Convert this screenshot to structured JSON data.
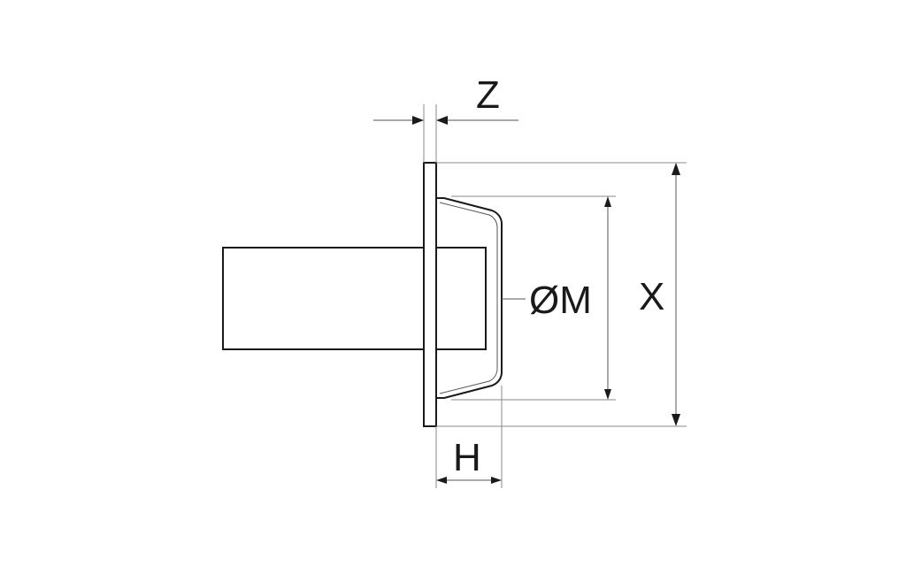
{
  "labels": {
    "z": "Z",
    "diameter_m": "ØM",
    "x": "X",
    "h": "H"
  },
  "colors": {
    "line": "#1a1a1a",
    "thin_line": "#555555",
    "extension_line": "#8a8a8a",
    "background": "#ffffff"
  }
}
